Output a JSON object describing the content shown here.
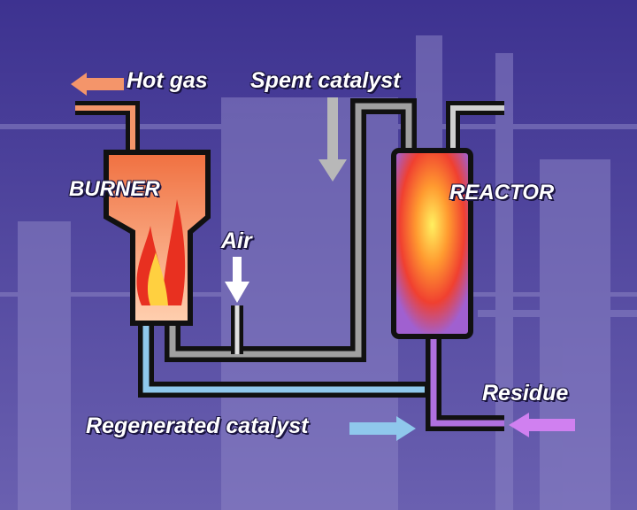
{
  "labels": {
    "hot_gas": "Hot gas",
    "spent_catalyst": "Spent catalyst",
    "burner": "BURNER",
    "reactor": "REACTOR",
    "air": "Air",
    "residue": "Residue",
    "regenerated_catalyst": "Regenerated catalyst"
  },
  "colors": {
    "background": "#4b3f9a",
    "hot_gas": "#f4956a",
    "spent_catalyst": "#9a9a9a",
    "regenerated_catalyst": "#8fc8ec",
    "residue": "#c070e0"
  }
}
